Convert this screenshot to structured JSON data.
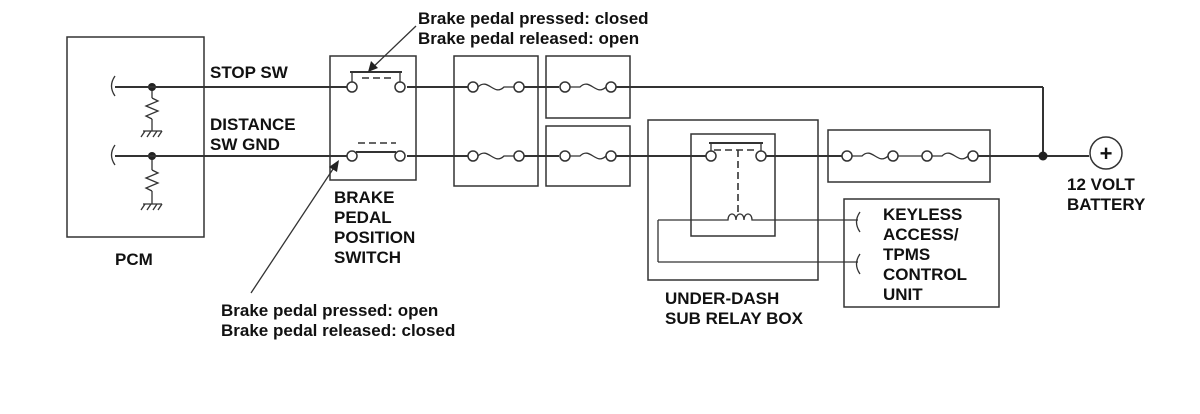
{
  "annotations": {
    "top_line1": "Brake pedal pressed: closed",
    "top_line2": "Brake pedal released: open",
    "bottom_line1": "Brake pedal pressed: open",
    "bottom_line2": "Brake pedal released: closed"
  },
  "pcm": {
    "label": "PCM"
  },
  "wires": {
    "stop_sw": "STOP SW",
    "distance_line1": "DISTANCE",
    "distance_line2": "SW GND"
  },
  "brake_switch": {
    "line1": "BRAKE",
    "line2": "PEDAL",
    "line3": "POSITION",
    "line4": "SWITCH"
  },
  "relay_box": {
    "line1": "UNDER-DASH",
    "line2": "SUB RELAY BOX"
  },
  "control_unit": {
    "line1": "KEYLESS",
    "line2": "ACCESS/",
    "line3": "TPMS",
    "line4": "CONTROL",
    "line5": "UNIT"
  },
  "battery": {
    "line1": "12 VOLT",
    "line2": "BATTERY",
    "symbol": "+"
  }
}
